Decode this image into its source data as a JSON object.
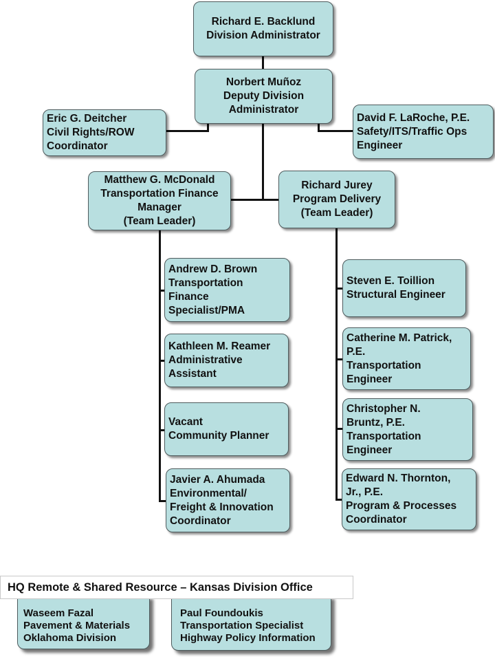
{
  "org_chart": {
    "administrator": [
      "Richard E. Backlund",
      "Division Administrator"
    ],
    "deputy": [
      "Norbert Muñoz",
      "Deputy Division",
      "Administrator"
    ],
    "civil_rights": [
      "Eric G. Deitcher",
      "Civil Rights/ROW",
      "Coordinator"
    ],
    "safety": [
      "David F. LaRoche, P.E.",
      "Safety/ITS/Traffic Ops",
      "Engineer"
    ],
    "finance_manager": [
      "Matthew G. McDonald",
      "Transportation Finance",
      "Manager",
      "(Team Leader)"
    ],
    "program_delivery": [
      "Richard Jurey",
      "Program Delivery",
      "(Team Leader)"
    ],
    "finance_team": [
      [
        "Andrew D. Brown",
        "Transportation",
        "Finance",
        "Specialist/PMA"
      ],
      [
        "Kathleen M. Reamer",
        "Administrative",
        "Assistant"
      ],
      [
        "Vacant",
        "Community Planner"
      ],
      [
        "Javier A. Ahumada",
        "Environmental/",
        "Freight & Innovation",
        "Coordinator"
      ]
    ],
    "delivery_team": [
      [
        "Steven E. Toillion",
        "Structural Engineer"
      ],
      [
        "Catherine M. Patrick,",
        "P.E.",
        "Transportation",
        "Engineer"
      ],
      [
        "Christopher N.",
        "Bruntz, P.E.",
        "Transportation",
        "Engineer"
      ],
      [
        "Edward N. Thornton,",
        "Jr., P.E.",
        "Program & Processes",
        "Coordinator"
      ]
    ]
  },
  "hq_section": {
    "title": "HQ Remote & Shared Resource – Kansas Division Office",
    "resources": [
      [
        "Waseem Fazal",
        "Pavement & Materials",
        "Oklahoma Division"
      ],
      [
        "Paul Foundoukis",
        "Transportation Specialist",
        "Highway Policy Information"
      ]
    ]
  }
}
